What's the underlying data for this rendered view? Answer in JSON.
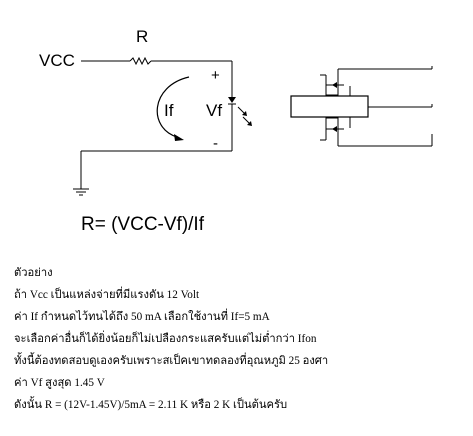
{
  "diagram": {
    "vcc_label": "VCC",
    "resistor_label": "R",
    "current_label": "If",
    "voltage_label": "Vf",
    "plus_sign": "+",
    "minus_sign": "-"
  },
  "formula": "R= (VCC-Vf)/If",
  "notes": [
    "ตัวอย่าง",
    "ถ้า Vcc เป็นแหล่งจ่ายที่มีแรงดัน 12 Volt",
    "ค่า If กำหนดไว้ทนได้ถึง 50 mA เลือกใช้งานที่ If=5 mA",
    "จะเลือกค่าอื่นก็ได้ยิ่งน้อยก็ไม่เปลืองกระแสครับแต่ไม่ต่ำกว่า Ifon",
    "ทั้งนี้ต้องทดสอบดูเองครับเพราะสเป็คเขาทดลองที่อุณหภูมิ 25 องศา",
    "ค่า Vf สูงสุด 1.45 V",
    "ดังนั้น R = (12V-1.45V)/5mA = 2.11 K หรือ 2 K เป็นต้นครับ"
  ]
}
